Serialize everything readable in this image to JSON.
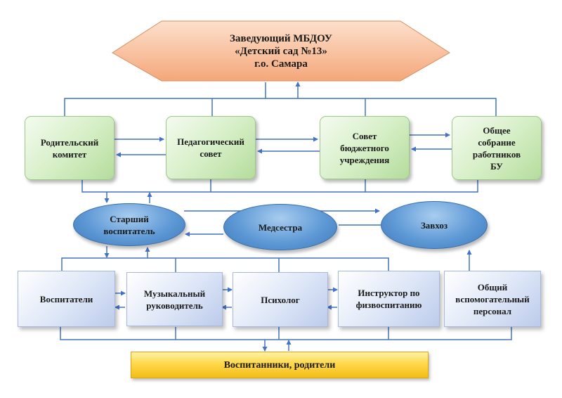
{
  "head": {
    "label": "Заведующий МБДОУ\n«Детский сад №13»\nг.о. Самара"
  },
  "councils": [
    {
      "label": "Родительский\nкомитет"
    },
    {
      "label": "Педагогический\nсовет"
    },
    {
      "label": "Совет\nбюджетного\nучреждения"
    },
    {
      "label": "Общее\nсобрание\nработников\nБУ"
    }
  ],
  "managers": [
    {
      "label": "Старший\nвоспитатель"
    },
    {
      "label": "Медсестра"
    },
    {
      "label": "Завхоз"
    }
  ],
  "staff": [
    {
      "label": "Воспитатели"
    },
    {
      "label": "Музыкальный\nруководитель"
    },
    {
      "label": "Психолог"
    },
    {
      "label": "Инструктор по\nфизвоспитанию"
    },
    {
      "label": "Общий\nвспомогательный\nперсонал"
    }
  ],
  "bottom": {
    "label": "Воспитанники, родители"
  },
  "colors": {
    "head_fill": "#f9c29f",
    "council_fill": "#d4eec4",
    "manager_fill": "#5f9ad6",
    "staff_fill": "#dde6f7",
    "bottom_fill": "#ffd84a",
    "connector": "#4472c4"
  }
}
